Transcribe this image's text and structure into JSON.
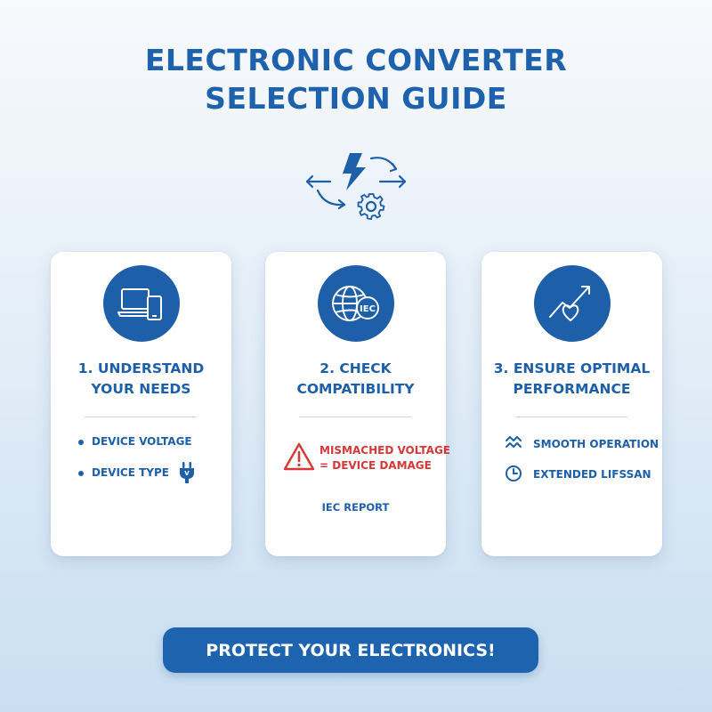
{
  "title": {
    "line1": "ELECTRONIC CONVERTER",
    "line2": "SELECTION GUIDE"
  },
  "colors": {
    "primary": "#1d5fa8",
    "warning": "#d63838",
    "card_bg": "#ffffff"
  },
  "cards": [
    {
      "icon": "laptop-phone-icon",
      "title_line1": "1. UNDERSTAND",
      "title_line2": "YOUR NEEDS",
      "items": [
        {
          "label": "DEVICE VOLTAGE",
          "icon": "bullet-dot"
        },
        {
          "label": "DEVICE TYPE",
          "icon": "bullet-dot",
          "trailing_icon": "plug-voltage-icon"
        }
      ]
    },
    {
      "icon": "globe-iec-icon",
      "badge_text": "IEC",
      "title_line1": "2. CHECK",
      "title_line2": "COMPATIBILITY",
      "warning": {
        "icon": "warning-triangle-icon",
        "line1": "MISMACHED VOLTAGE",
        "line2": "= DEVICE DAMAGE"
      },
      "footer": "IEC REPORT"
    },
    {
      "icon": "trend-heart-icon",
      "title_line1": "3. ENSURE OPTIMAL",
      "title_line2": "PERFORMANCE",
      "items": [
        {
          "label": "SMOOTH OPERATION",
          "icon": "wave-lines-icon"
        },
        {
          "label": "EXTENDED LIFSSAN",
          "icon": "clock-icon"
        }
      ]
    }
  ],
  "cta": {
    "label": "PROTECT YOUR ELECTRONICS!"
  }
}
